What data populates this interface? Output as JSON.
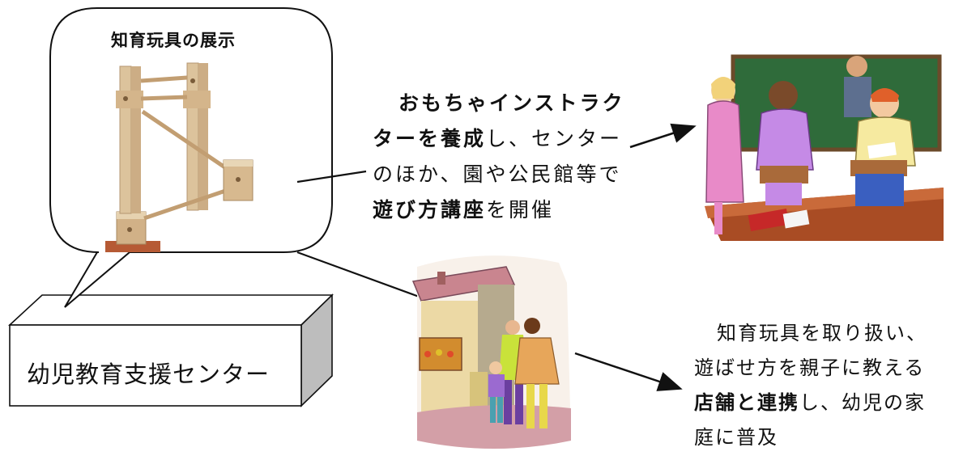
{
  "speech_bubble": {
    "title": "知育玩具の展示"
  },
  "center_box": {
    "label": "幼児教育支援センター"
  },
  "instructor_text": {
    "line1": "おもちゃインストラク",
    "line2_bold": "ターを養成",
    "line2_rest": "し、センター",
    "line3": "のほか、園や公民館等で",
    "line4_bold": "遊び方講座",
    "line4_rest": "を開催"
  },
  "store_text": {
    "line1": "知育玩具を取り扱い、",
    "line2": "遊ばせ方を親子に教える",
    "line3_bold": "店舗と連携",
    "line3_rest": "し、幼児の家",
    "line4": "庭に普及"
  },
  "illustrations": {
    "toy": "wooden-block-toy-image",
    "classroom": "classroom-meeting-clipart",
    "store": "storefront-family-clipart"
  },
  "colors": {
    "line": "#111111",
    "box_side": "#bdbdbd",
    "wood": "#d9bf97",
    "board": "#2f6b3a"
  }
}
